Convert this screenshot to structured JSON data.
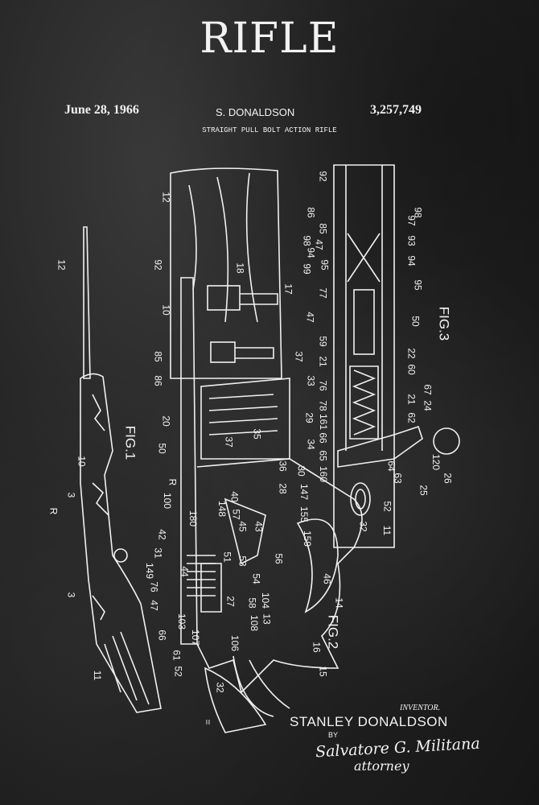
{
  "header": {
    "title": "RIFLE",
    "date": "June 28, 1966",
    "inventor_short": "S. DONALDSON",
    "patent_number": "3,257,749",
    "subtitle": "STRAIGHT PULL BOLT ACTION RIFLE"
  },
  "figures": [
    "FIG.1",
    "FIG.2",
    "FIG.3"
  ],
  "reference_numerals": [
    "12",
    "10",
    "R",
    "3",
    "3",
    "11",
    "12",
    "92",
    "18",
    "17",
    "10",
    "85",
    "86",
    "37",
    "33",
    "20",
    "29",
    "50",
    "35",
    "37",
    "34",
    "36",
    "30",
    "28",
    "147",
    "155",
    "R",
    "100",
    "180",
    "40",
    "148",
    "57",
    "45",
    "43",
    "42",
    "31",
    "149",
    "76",
    "44",
    "51",
    "53",
    "159",
    "56",
    "54",
    "47",
    "27",
    "58",
    "104",
    "13",
    "108",
    "46",
    "14",
    "66",
    "103",
    "107",
    "61",
    "52",
    "106",
    "16",
    "15",
    "32",
    "=",
    "92",
    "86",
    "85",
    "98",
    "47",
    "94",
    "95",
    "99",
    "77",
    "47",
    "59",
    "21",
    "76",
    "78",
    "161",
    "66",
    "65",
    "160",
    "98",
    "97",
    "93",
    "94",
    "95",
    "50",
    "22",
    "60",
    "67",
    "21",
    "24",
    "62",
    "120",
    "64",
    "63",
    "25",
    "26",
    "52",
    "32",
    "11"
  ],
  "footer": {
    "inventor_caption": "INVENTOR.",
    "inventor_name": "STANLEY DONALDSON",
    "by": "BY",
    "signature": "Salvatore G. Militana",
    "signature_title": "attorney"
  }
}
